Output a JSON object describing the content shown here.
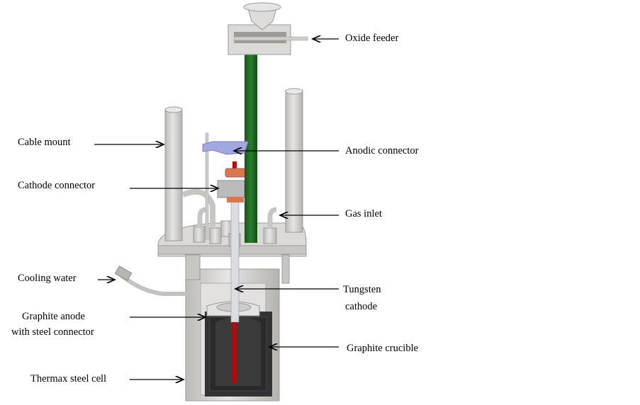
{
  "labels": {
    "oxide_feeder": "Oxide feeder",
    "cable_mount": "Cable mount",
    "anodic_connector": "Anodic connector",
    "cathode_connector": "Cathode connector",
    "gas_inlet": "Gas inlet",
    "cooling_water": "Cooling water",
    "tungsten_cathode_1": "Tungsten",
    "tungsten_cathode_2": "cathode",
    "graphite_anode_1": "Graphite anode",
    "graphite_anode_2": "with steel connector",
    "graphite_crucible": "Graphite crucible",
    "thermax_cell": "Thermax steel cell"
  },
  "colors": {
    "steel": "#d4d2cf",
    "feeder_tube": "#1f6a23",
    "cathode_tip": "#c80000",
    "anodic_connector": "#a3a7e0",
    "crucible": "#333333",
    "connector_cap": "#d9774f"
  }
}
